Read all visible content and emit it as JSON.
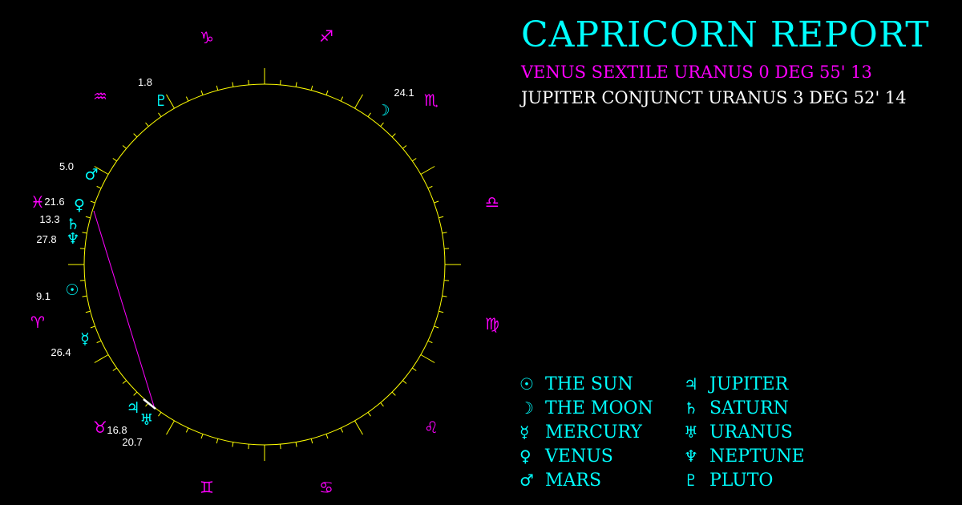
{
  "header": {
    "title": "CAPRICORN REPORT",
    "aspect_1": "VENUS SEXTILE URANUS 0 DEG 55' 13",
    "aspect_2": "JUPITER CONJUNCT URANUS 3 DEG 52' 14"
  },
  "colors": {
    "sign": "#ff00ff",
    "planet": "#00ffff",
    "wheel": "#ffff00",
    "aspect_line": "#ff00ff",
    "label": "#ffffff"
  },
  "signs": [
    {
      "name": "capricorn",
      "glyph": "♑"
    },
    {
      "name": "sagittarius",
      "glyph": "♐"
    },
    {
      "name": "scorpio",
      "glyph": "♏"
    },
    {
      "name": "libra",
      "glyph": "♎"
    },
    {
      "name": "virgo",
      "glyph": "♍"
    },
    {
      "name": "leo",
      "glyph": "♌"
    },
    {
      "name": "cancer",
      "glyph": "♋"
    },
    {
      "name": "gemini",
      "glyph": "♊"
    },
    {
      "name": "taurus",
      "glyph": "♉"
    },
    {
      "name": "aries",
      "glyph": "♈"
    },
    {
      "name": "pisces",
      "glyph": "♓"
    },
    {
      "name": "aquarius",
      "glyph": "♒"
    }
  ],
  "planets": [
    {
      "name": "pluto",
      "glyph": "♇",
      "degree": "1.8"
    },
    {
      "name": "moon",
      "glyph": "☽",
      "degree": "24.1"
    },
    {
      "name": "mars",
      "glyph": "♂",
      "degree": "5.0"
    },
    {
      "name": "venus",
      "glyph": "♀",
      "degree": "21.6"
    },
    {
      "name": "saturn",
      "glyph": "♄",
      "degree": "13.3"
    },
    {
      "name": "neptune",
      "glyph": "♆",
      "degree": "27.8"
    },
    {
      "name": "sun",
      "glyph": "☉",
      "degree": "9.1"
    },
    {
      "name": "mercury",
      "glyph": "☿",
      "degree": "26.4"
    },
    {
      "name": "jupiter",
      "glyph": "♃",
      "degree": "16.8"
    },
    {
      "name": "uranus",
      "glyph": "♅",
      "degree": "20.7"
    }
  ],
  "legend": [
    {
      "glyph": "☉",
      "label": "THE SUN"
    },
    {
      "glyph": "♃",
      "label": "JUPITER"
    },
    {
      "glyph": "☽",
      "label": "THE MOON"
    },
    {
      "glyph": "♄",
      "label": "SATURN"
    },
    {
      "glyph": "☿",
      "label": "MERCURY"
    },
    {
      "glyph": "♅",
      "label": "URANUS"
    },
    {
      "glyph": "♀",
      "label": "VENUS"
    },
    {
      "glyph": "♆",
      "label": "NEPTUNE"
    },
    {
      "glyph": "♂",
      "label": "MARS"
    },
    {
      "glyph": "♇",
      "label": "PLUTO"
    }
  ]
}
